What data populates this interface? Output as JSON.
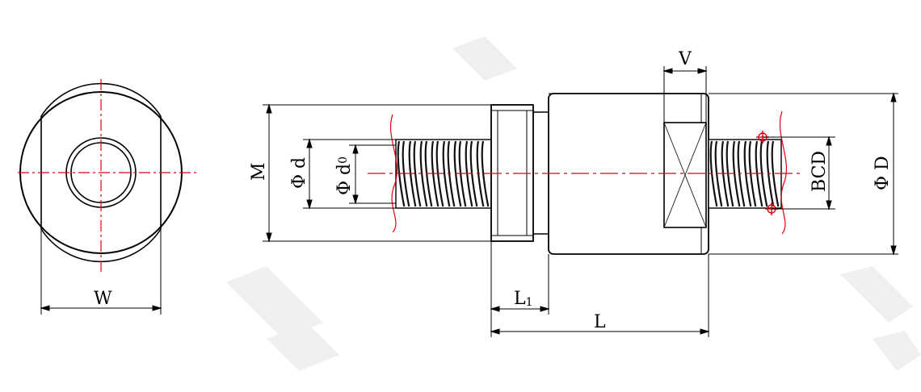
{
  "labels": {
    "W": "W",
    "M": "M",
    "phi_d": "Φ d",
    "phi_d0_main": "Φ d",
    "phi_d0_sub": "0",
    "V": "V",
    "BCD": "BCD",
    "phi_D": "Φ D",
    "L1_main": "L",
    "L1_sub": "1",
    "L": "L"
  },
  "colors": {
    "outline": "#000000",
    "centerline": "#e0000f",
    "thread": "#111111",
    "watermark": "#eeeeee"
  }
}
